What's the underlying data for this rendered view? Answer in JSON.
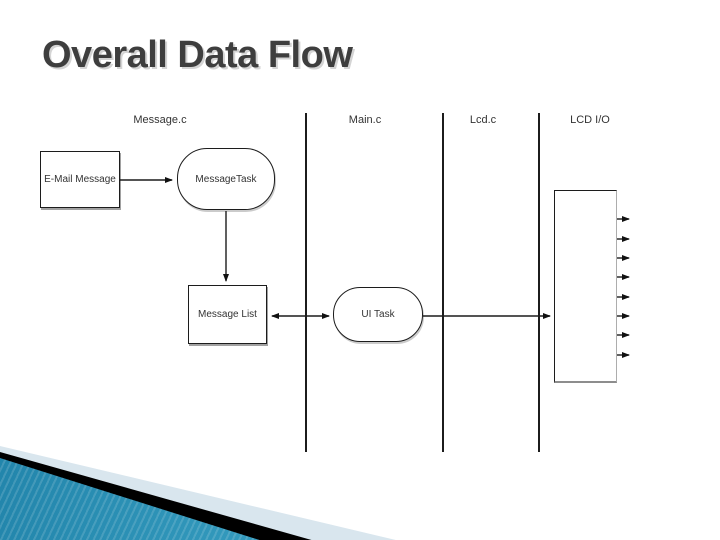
{
  "slide": {
    "title": "Overall Data Flow"
  },
  "diagram": {
    "columns": [
      {
        "id": "message-c",
        "label": "Message.c"
      },
      {
        "id": "main-c",
        "label": "Main.c"
      },
      {
        "id": "lcd-c",
        "label": "Lcd.c"
      },
      {
        "id": "lcd-io",
        "label": "LCD I/O"
      }
    ],
    "nodes": [
      {
        "id": "email-message",
        "label": "E-Mail Message",
        "shape": "rectangle",
        "column": "Message.c"
      },
      {
        "id": "message-task",
        "label": "MessageTask",
        "shape": "stadium",
        "column": "Message.c"
      },
      {
        "id": "message-list",
        "label": "Message List",
        "shape": "rectangle",
        "column": "Message.c"
      },
      {
        "id": "ui-task",
        "label": "UI Task",
        "shape": "stadium",
        "column": "Main.c"
      },
      {
        "id": "lcd-io-block",
        "label": "",
        "shape": "tall-rectangle",
        "column": "LCD I/O"
      }
    ],
    "edges": [
      {
        "from": "email-message",
        "to": "message-task",
        "direction": "one-way"
      },
      {
        "from": "message-task",
        "to": "message-list",
        "direction": "one-way"
      },
      {
        "from": "message-list",
        "to": "ui-task",
        "direction": "two-way"
      },
      {
        "from": "ui-task",
        "to": "lcd-io-block",
        "direction": "one-way"
      },
      {
        "from": "lcd-io-block",
        "to": "external-lcd-outputs",
        "direction": "one-way",
        "count": 8
      }
    ],
    "lcd_output_arrow_count": 8,
    "colors": {
      "line": "#1c1c1c",
      "text": "#333333",
      "title": "#3e3e3e",
      "accent_teal": "#3aa2c4",
      "accent_pale_blue": "#d9e6ee",
      "accent_black": "#000000"
    }
  }
}
